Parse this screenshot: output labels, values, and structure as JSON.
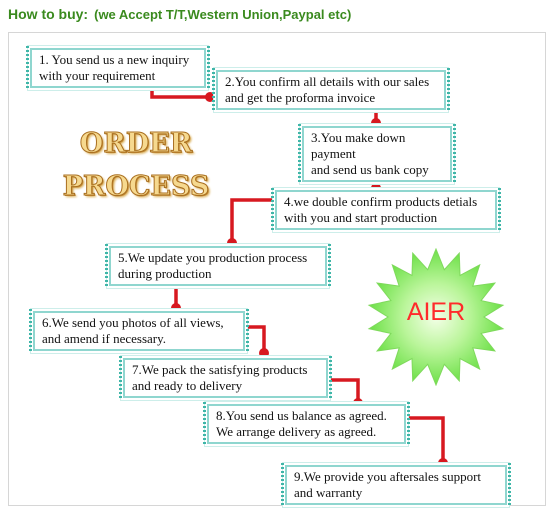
{
  "header": {
    "lead": "How to buy:",
    "note": "(we Accept T/T,Western Union,Paypal etc)"
  },
  "title": "ORDER\nPROCESS",
  "badge": {
    "label": "AIER"
  },
  "colors": {
    "header_green": "#3a8a1e",
    "connector_red": "#d71920",
    "box_border": "#8fd6cf",
    "badge_green": "#6ee84a",
    "badge_text_red": "#ff2b2b"
  },
  "steps": [
    "1. You send us a new inquiry\nwith your requirement",
    "2.You confirm all details with our sales\nand get the proforma invoice",
    "3.You make down payment\nand send us bank copy",
    "4.we double confirm products detials\nwith you and start production",
    "5.We update you production process\nduring production",
    "6.We send you photos of all views,\nand amend if necessary.",
    "7.We pack the satisfying products\nand ready to delivery",
    "8.You send us balance as agreed.\nWe arrange delivery as agreed.",
    "9.We provide you aftersales support\nand warranty"
  ]
}
